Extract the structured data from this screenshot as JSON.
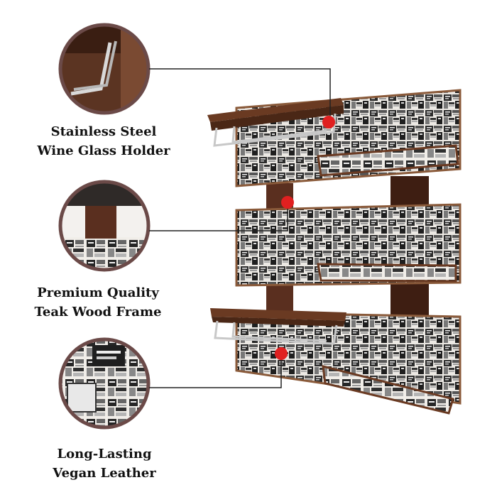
{
  "features": [
    {
      "line1": "Stainless Steel",
      "line2": "Wine Glass Holder",
      "icon": "wine-glass-holder-closeup"
    },
    {
      "line1": "Premium Quality",
      "line2": "Teak Wood Frame",
      "icon": "teak-wood-frame-closeup"
    },
    {
      "line1": "Long-Lasting",
      "line2": "Vegan Leather",
      "icon": "vegan-leather-closeup"
    }
  ],
  "colors": {
    "wood": "#5a2f1f",
    "wood_dark": "#3e1e12",
    "circle_border": "#6b4a48",
    "marker": "#e02020",
    "leader": "#222222",
    "panel_base": "#e9e6e1",
    "panel_ink": "#2a2a2a"
  }
}
